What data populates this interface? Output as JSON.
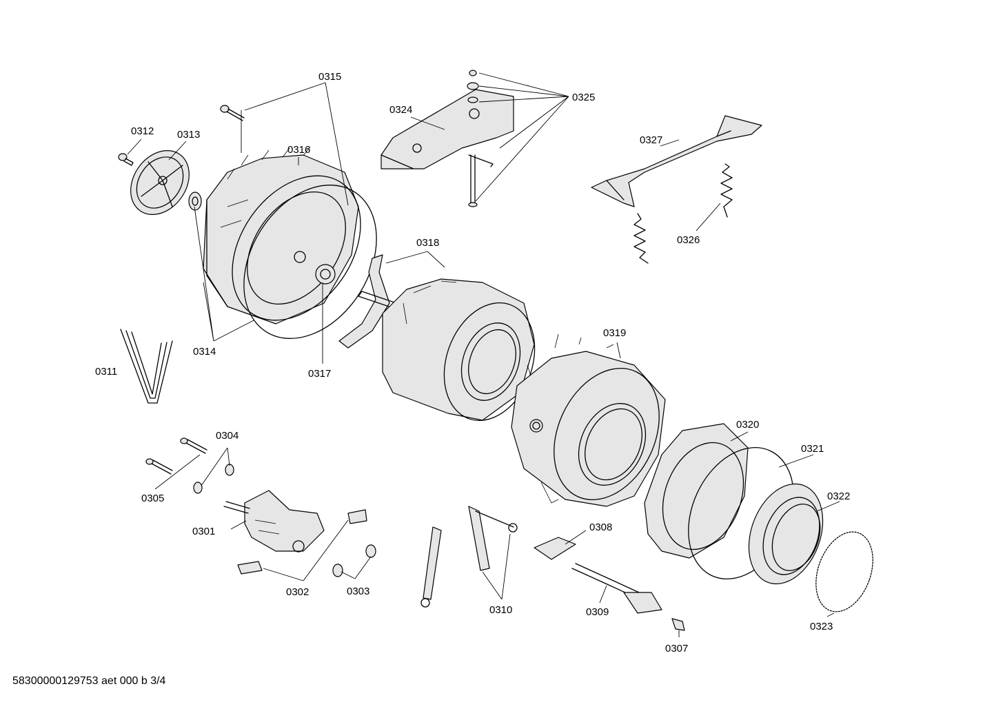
{
  "labels": {
    "p0301": "0301",
    "p0302": "0302",
    "p0303": "0303",
    "p0304": "0304",
    "p0305": "0305",
    "p0307": "0307",
    "p0308": "0308",
    "p0309": "0309",
    "p0310": "0310",
    "p0311": "0311",
    "p0312": "0312",
    "p0313": "0313",
    "p0314": "0314",
    "p0315": "0315",
    "p0316": "0316",
    "p0317": "0317",
    "p0318": "0318",
    "p0319": "0319",
    "p0320": "0320",
    "p0321": "0321",
    "p0322": "0322",
    "p0323": "0323",
    "p0324": "0324",
    "p0325": "0325",
    "p0326": "0326",
    "p0327": "0327"
  },
  "footer": "58300000129753 aet 000 b 3/4"
}
